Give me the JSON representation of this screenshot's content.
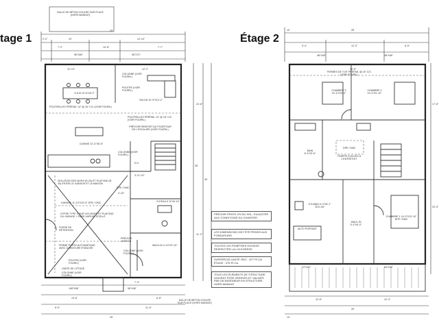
{
  "floor1": {
    "title": "tage 1",
    "rooms": {
      "dalle_top": "DALLE DE BÉTON COULÉE SUR PLACE (HORS MANDAT)",
      "sam": "S.A.M 10'-6\"X8'-2\"",
      "salon": "SALON 10'-9\"X13'-2\"",
      "cuisine": "CUISINE 12'-4\"X8'-6\"",
      "colonne1": "COLONNE (VOIR FOURN.)",
      "poutre1": "POUTRE (VOIR FOURN.)",
      "poutrelles1": "POUTRELLES PRÉFAB. 14\" @ 16\" C/C (VOIR FOURN.)",
      "poutrelles2": "POUTRELLES PRÉFAB. 14\" @ 16\" C/C (VOIR FOURN.)",
      "renfort": "PRÉVOIR RENFORT AU POURTOUR DE L'ESCALIER (VOIR FOURN.)",
      "colonne2": "COLONNE (VOIR FOURN.)",
      "isolation": "ISOLATION DES MURS (R-20) ET PLAFOND (R-30) ENTRE LE GARAGE ET LA MAISON",
      "garage": "GARAGE 11'-10\"X20'-6\" DPE / DMC",
      "gypse": "GYPSE TYPE X SUR LES MURS ET PLAFOND DU GARAGE + PARE-VAPEUR SCELLÉ",
      "fosse": "FOSSE DE RÉTENTION",
      "porte": "FERME PORTE AUTOMATIQUE AVEC GARNITURE ÉTANCHE",
      "poutre2": "POUTRE (VOIR FOURN.)",
      "limite": "LIMITE DE L'ÉTAGE",
      "colonne3": "COLONNE (VOIR FOURN.)",
      "sdeau": "S.D'EAU 6'-6\"X6'-10\"",
      "prevoir": "PRÉVOIR LINTEAU",
      "colonne4": "COLONNE (VOIR FOURN.)",
      "walkin1": "WALK-IN 4'-10\"X3'-10\"",
      "dpe": "DPE / DMC",
      "eh": "E.H.",
      "dalle_bottom": "DALLE DE BÉTON COULÉE SUR PLACE (HORS MANDAT)"
    }
  },
  "floor2": {
    "title": "Étage 2",
    "rooms": {
      "fermes": "FERMES DE TOIT PRÉFAB. @ 24\" C/C (VOIR FOURN.)",
      "chambre3": "CHAMBRE 3 10'-4\"X10'-0\"",
      "chambre2": "CHAMBRE 2 10'-4\"X9'-10\"",
      "bain": "BAIN 6'-4\"X9'-6\"",
      "dpe2": "DPE / DMC",
      "trappe": "TRAPPE D'ACCÈS À L'ENTRETOIT",
      "sdbain": "S.D.BAIN 9'-4\"X8'-1\" 2DV-1W",
      "chambre1": "CHAMBRE 1 14'-0\"X13'-10\" DPE / DMC",
      "walkin2": "WALK-IN 5'-4\"X6'-0\"",
      "auto": "AUTO PORTANT"
    }
  },
  "notes": {
    "n1": "PRÉVOIR PENTE 2% DU SOL, S'AJUSTER AUX CONDITIONS DU CHANTIER",
    "n2": "LES DIMENSIONS ONT ÉTÉ PRISES AUX FONDATIONS",
    "n3": "TOUTES LES FENÊTRES DOIVENT RESPECTER LA LOI EGRESS",
    "n4": "SUPERFICIE UNITÉ: RDC - 677 PI.CA. ÉTAGE - 276 PI.CA.",
    "n5": "TOUS LES ÉLÉMENTS DE STRUCTURE DOIVENT ÊTRE VÉRIFIÉS ET VALIDÉS PAR UN INGÉNIEUR EN STRUCTURE. HORS MANDAT"
  },
  "dims": {
    "top25": "25'",
    "d2_2": "2'-2\"",
    "d10": "10'",
    "d12_10": "12'-10\"",
    "d7_2": "7'-2\"",
    "d10_8": "10'-8\"",
    "d7_7": "7'-7\"",
    "w96_84": "96\"X84\"",
    "w96_72": "96\"X72\"",
    "d12_10b": "12'-10\"",
    "d12_2": "12'-2\"",
    "right36": "36'",
    "right40": "40'",
    "right24_8": "24'-8\"",
    "right11_4": "11'-4\"",
    "d7_4": "7'-4\"",
    "w108": "108\"X96\"",
    "w56": "56\"X96\"",
    "d13_6": "13'-6\"",
    "d11_6": "11'-6\"",
    "d6_9": "6'-9\"",
    "d6_8": "6'-8\"",
    "bot25": "25'",
    "f2_top28": "28'",
    "f2_10": "10'",
    "f2_9_4": "9'-4\"",
    "f2_12_3": "12'-3\"",
    "f2_6_5": "6'-5\"",
    "f2_w48a": "48\"X48\"",
    "f2_w48b": "48\"X48\"",
    "f2_12_6": "12'-6\"",
    "f2_12_6b": "12'-6\"",
    "f2_12_4": "12'-4\"",
    "f2_w72": "72\"X42\"",
    "f2_w84": "84\"X48\"",
    "f2_right17": "17'-8\"",
    "f2_right20": "20'-4\"",
    "f2_bot25": "25'",
    "f2_bot10": "10'",
    "d3_1132": "3'-11 1/2\"",
    "d4_10": "4'-10\""
  }
}
